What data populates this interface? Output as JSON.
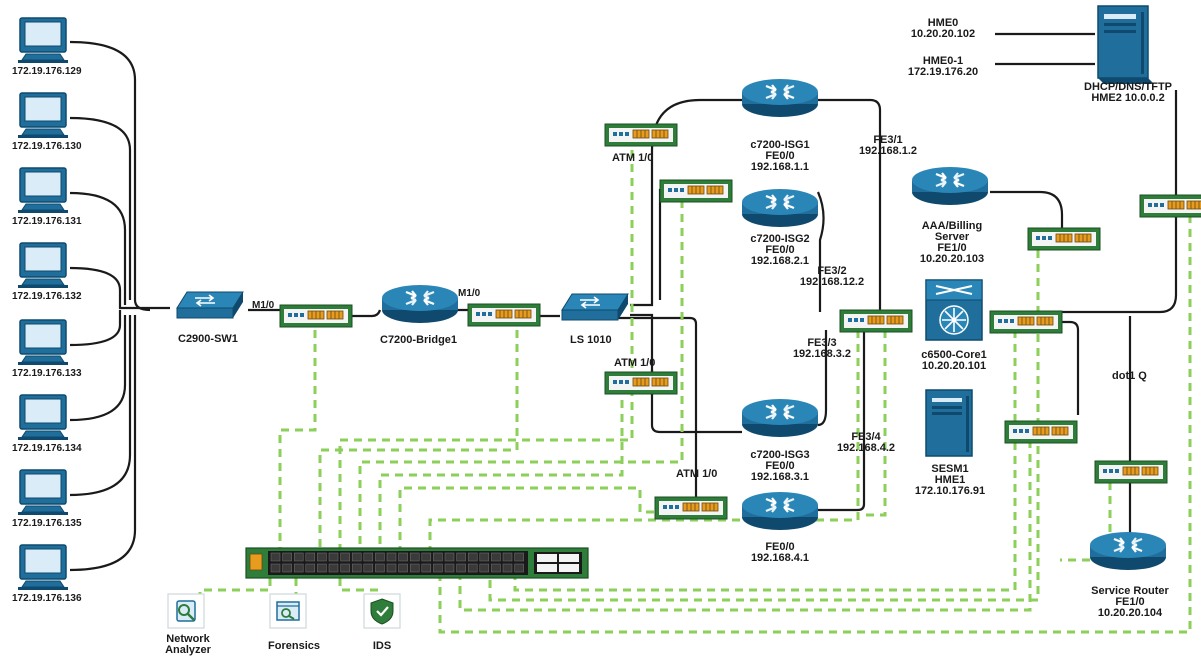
{
  "hosts": [
    {
      "ip": "172.19.176.129"
    },
    {
      "ip": "172.19.176.130"
    },
    {
      "ip": "172.19.176.131"
    },
    {
      "ip": "172.19.176.132"
    },
    {
      "ip": "172.19.176.133"
    },
    {
      "ip": "172.19.176.134"
    },
    {
      "ip": "172.19.176.135"
    },
    {
      "ip": "172.19.176.136"
    }
  ],
  "devices": {
    "c2900": {
      "name": "C2900-SW1",
      "port": "M1/0"
    },
    "bridge": {
      "name": "C7200-Bridge1",
      "port": "M1/0"
    },
    "ls1010": {
      "name": "LS 1010"
    },
    "isg1": {
      "name": "c7200-ISG1",
      "port": "FE0/0",
      "ip": "192.168.1.1"
    },
    "isg2": {
      "name": "c7200-ISG2",
      "port": "FE0/0",
      "ip": "192.168.2.1"
    },
    "isg3": {
      "name": "c7200-ISG3",
      "port": "FE0/0",
      "ip": "192.168.3.1"
    },
    "fe00": {
      "port": "FE0/0",
      "ip": "192.168.4.1"
    },
    "aaa": {
      "name1": "AAA/Billing",
      "name2": "Server",
      "port": "FE1/0",
      "ip": "10.20.20.103"
    },
    "c6500": {
      "name": "c6500-Core1",
      "ip": "10.20.20.101"
    },
    "sesm": {
      "name": "SESM1",
      "name2": "HME1",
      "ip": "172.10.176.91"
    },
    "dhcp": {
      "name": "DHCP/DNS/TFTP",
      "name2": "HME2 10.0.0.2"
    },
    "service": {
      "name": "Service Router",
      "port": "FE1/0",
      "ip": "10.20.20.104"
    }
  },
  "links": {
    "atm1": "ATM 1/0",
    "atm2": "ATM 1/0",
    "atm3": "ATM 1/0",
    "fe31_port": "FE3/1",
    "fe31_ip": "192.168.1.2",
    "fe32_port": "FE3/2",
    "fe32_ip": "192.168.12.2",
    "fe33_port": "FE3/3",
    "fe33_ip": "192.168.3.2",
    "fe34_port": "FE3/4",
    "fe34_ip": "192.168.4.2",
    "dot1q": "dot1 Q"
  },
  "hme": {
    "hme0_name": "HME0",
    "hme0_ip": "10.20.20.102",
    "hme01_name": "HME0-1",
    "hme01_ip": "172.19.176.20"
  },
  "tools": {
    "analyzer1": "Network",
    "analyzer2": "Analyzer",
    "forensics": "Forensics",
    "ids": "IDS"
  },
  "colors": {
    "device_blue": "#1f6e9c",
    "device_dark": "#0f4a6e",
    "tap_green": "#2f7d3a",
    "dashed_green": "#8ccf5a",
    "cable": "#1a1a1a",
    "port_orange": "#e79b1f"
  }
}
